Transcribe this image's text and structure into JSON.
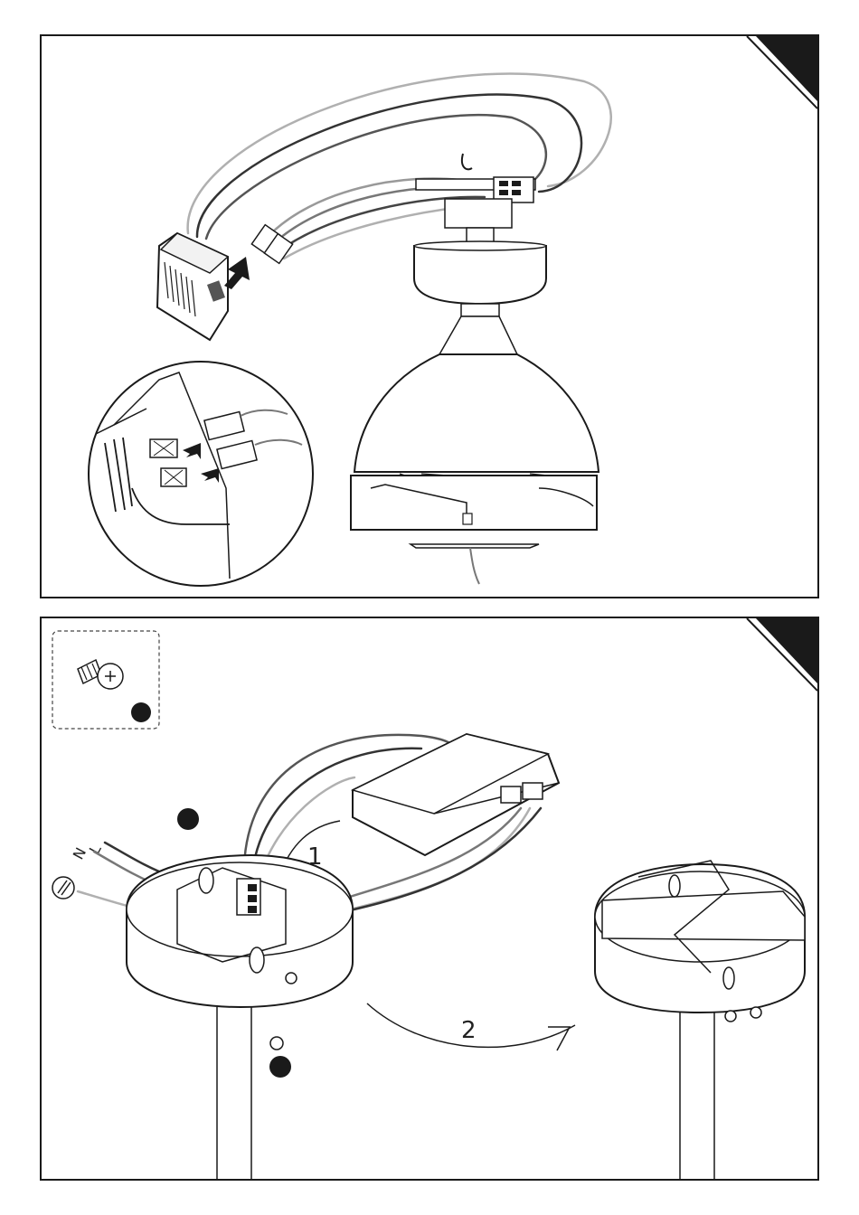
{
  "step_one": {
    "badge_label": "",
    "callout_label": ""
  },
  "step_two": {
    "badge_label": "",
    "arrow_one_label": "1",
    "arrow_two_label": "2",
    "wire_label_live": "L",
    "wire_label_neutral": "N"
  },
  "colors": {
    "outline": "#1a1a1a",
    "wire_dark": "#333333",
    "wire_mid": "#777777",
    "wire_light": "#b0b0b0",
    "badge": "#1a1a1a"
  },
  "icons": {
    "screw": "screw-icon",
    "ground": "ground-symbol-icon"
  }
}
